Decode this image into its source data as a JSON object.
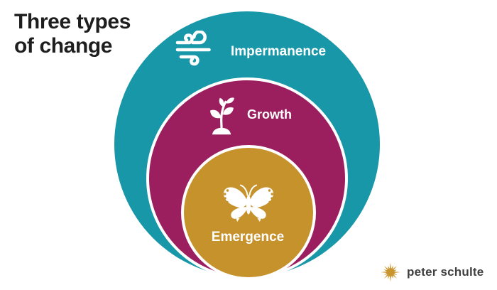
{
  "title": {
    "line1": "Three types",
    "line2": "of change"
  },
  "diagram": {
    "description": "Three nested circles, tangent at bottom",
    "rings": [
      {
        "name": "Impermanence",
        "icon": "wind-icon",
        "color": "#1797A7"
      },
      {
        "name": "Growth",
        "icon": "sprout-icon",
        "color": "#9B1E5E"
      },
      {
        "name": "Emergence",
        "icon": "butterfly-icon",
        "color": "#C6922C"
      }
    ],
    "label_color": "#FFFFFF",
    "ring_outline_color": "#FFFFFF"
  },
  "branding": {
    "name": "peter schulte",
    "logo_icon": "starburst-icon",
    "logo_color": "#C9952E",
    "text_color": "#3F3F3F"
  },
  "colors": {
    "background": "#FFFFFF",
    "title_text": "#1E1E1E"
  }
}
